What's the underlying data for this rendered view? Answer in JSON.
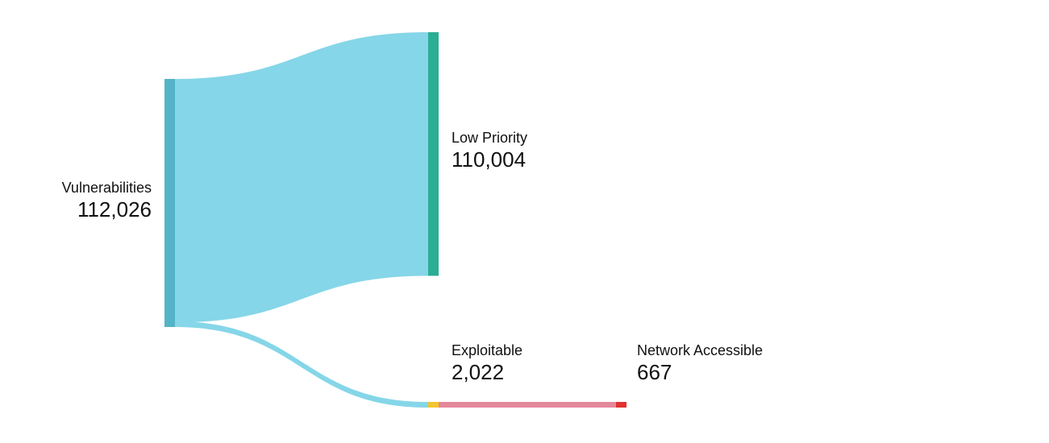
{
  "chart_data": {
    "type": "sankey",
    "nodes": [
      {
        "id": "vulnerabilities",
        "label": "Vulnerabilities",
        "value": 112026,
        "value_label": "112,026",
        "color": "#55b3c7"
      },
      {
        "id": "low_priority",
        "label": "Low Priority",
        "value": 110004,
        "value_label": "110,004",
        "color": "#2aae94"
      },
      {
        "id": "exploitable",
        "label": "Exploitable",
        "value": 2022,
        "value_label": "2,022",
        "color": "#f3c62e"
      },
      {
        "id": "network_accessible",
        "label": "Network Accessible",
        "value": 667,
        "value_label": "667",
        "color": "#e0322f"
      }
    ],
    "links": [
      {
        "source": "vulnerabilities",
        "target": "low_priority",
        "value": 110004,
        "color": "#85d6e8"
      },
      {
        "source": "vulnerabilities",
        "target": "exploitable",
        "value": 2022,
        "color": "#85d6e8"
      },
      {
        "source": "exploitable",
        "target": "network_accessible",
        "value": 667,
        "color": "#e4889c"
      }
    ]
  }
}
